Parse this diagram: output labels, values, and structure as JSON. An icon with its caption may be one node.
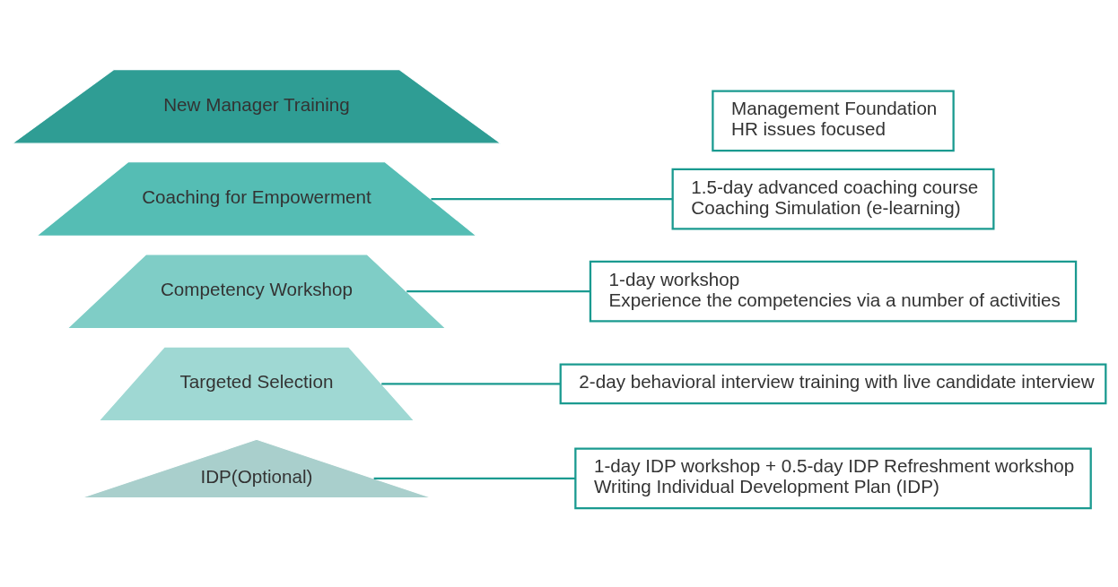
{
  "diagram": {
    "nodes": [
      {
        "text": [
          "IDP(Optional)"
        ]
      },
      {
        "text": [
          "Targeted Selection"
        ]
      },
      {
        "text": [
          "Competency Workshop"
        ]
      },
      {
        "text": [
          "Coaching for Empowerment"
        ]
      },
      {
        "text": [
          "New Manager Training"
        ]
      },
      {
        "text": [
          "1-day IDP workshop + 0.5-day IDP Refreshment workshop",
          "Writing Individual Development Plan (IDP)"
        ]
      },
      {
        "text": [
          "2-day behavioral interview training with live candidate interview"
        ]
      },
      {
        "text": [
          "1-day workshop",
          "Experience the competencies via a number of activities"
        ]
      },
      {
        "text": [
          "1.5-day advanced coaching course",
          "Coaching Simulation (e-learning)"
        ]
      },
      {
        "text": [
          "Management Foundation",
          "HR issues focused"
        ]
      }
    ],
    "edges": [
      {
        "from": 0,
        "to": 5,
        "arrow": "none"
      },
      {
        "from": 1,
        "to": 6,
        "arrow": "none"
      },
      {
        "from": 2,
        "to": 7,
        "arrow": "none"
      },
      {
        "from": 3,
        "to": 8,
        "arrow": "none"
      }
    ]
  }
}
